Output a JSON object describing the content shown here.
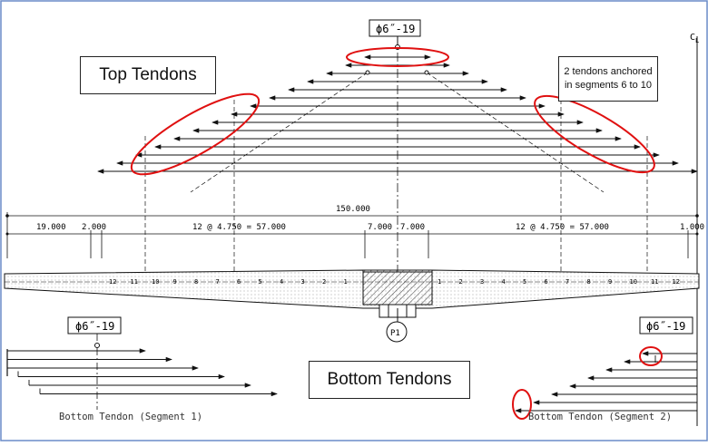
{
  "labels": {
    "tendon_spec_top": "ϕ6˝-19",
    "tendon_spec_bl": "ϕ6˝-19",
    "tendon_spec_br": "ϕ6˝-19",
    "top_tendons": "Top Tendons",
    "bottom_tendons": "Bottom Tendons",
    "anchor_note_line1": "2 tendons anchored",
    "anchor_note_line2": "in segments 6 to 10",
    "cl_mark": "C",
    "cl_sub": "L",
    "pier_mark": "P1",
    "bottom_seg1": "Bottom Tendon (Segment 1)",
    "bottom_seg2": "Bottom Tendon (Segment 2)"
  },
  "dimensions": {
    "overall": "150.000",
    "d1": "19.000",
    "d2": "2.000",
    "d3": "12 @ 4.750 = 57.000",
    "d4": "7.000",
    "d5": "7.000",
    "d6": "12 @ 4.750 = 57.000",
    "d7": "1.000"
  },
  "segments_left": [
    "12",
    "11",
    "10",
    "9",
    "8",
    "7",
    "6",
    "5",
    "4",
    "3",
    "2",
    "1"
  ],
  "segments_right": [
    "1",
    "2",
    "3",
    "4",
    "5",
    "6",
    "7",
    "8",
    "9",
    "10",
    "11",
    "12"
  ],
  "colors": {
    "line": "#1a1a1a",
    "highlight": "#e01010",
    "hatch": "#555555"
  }
}
